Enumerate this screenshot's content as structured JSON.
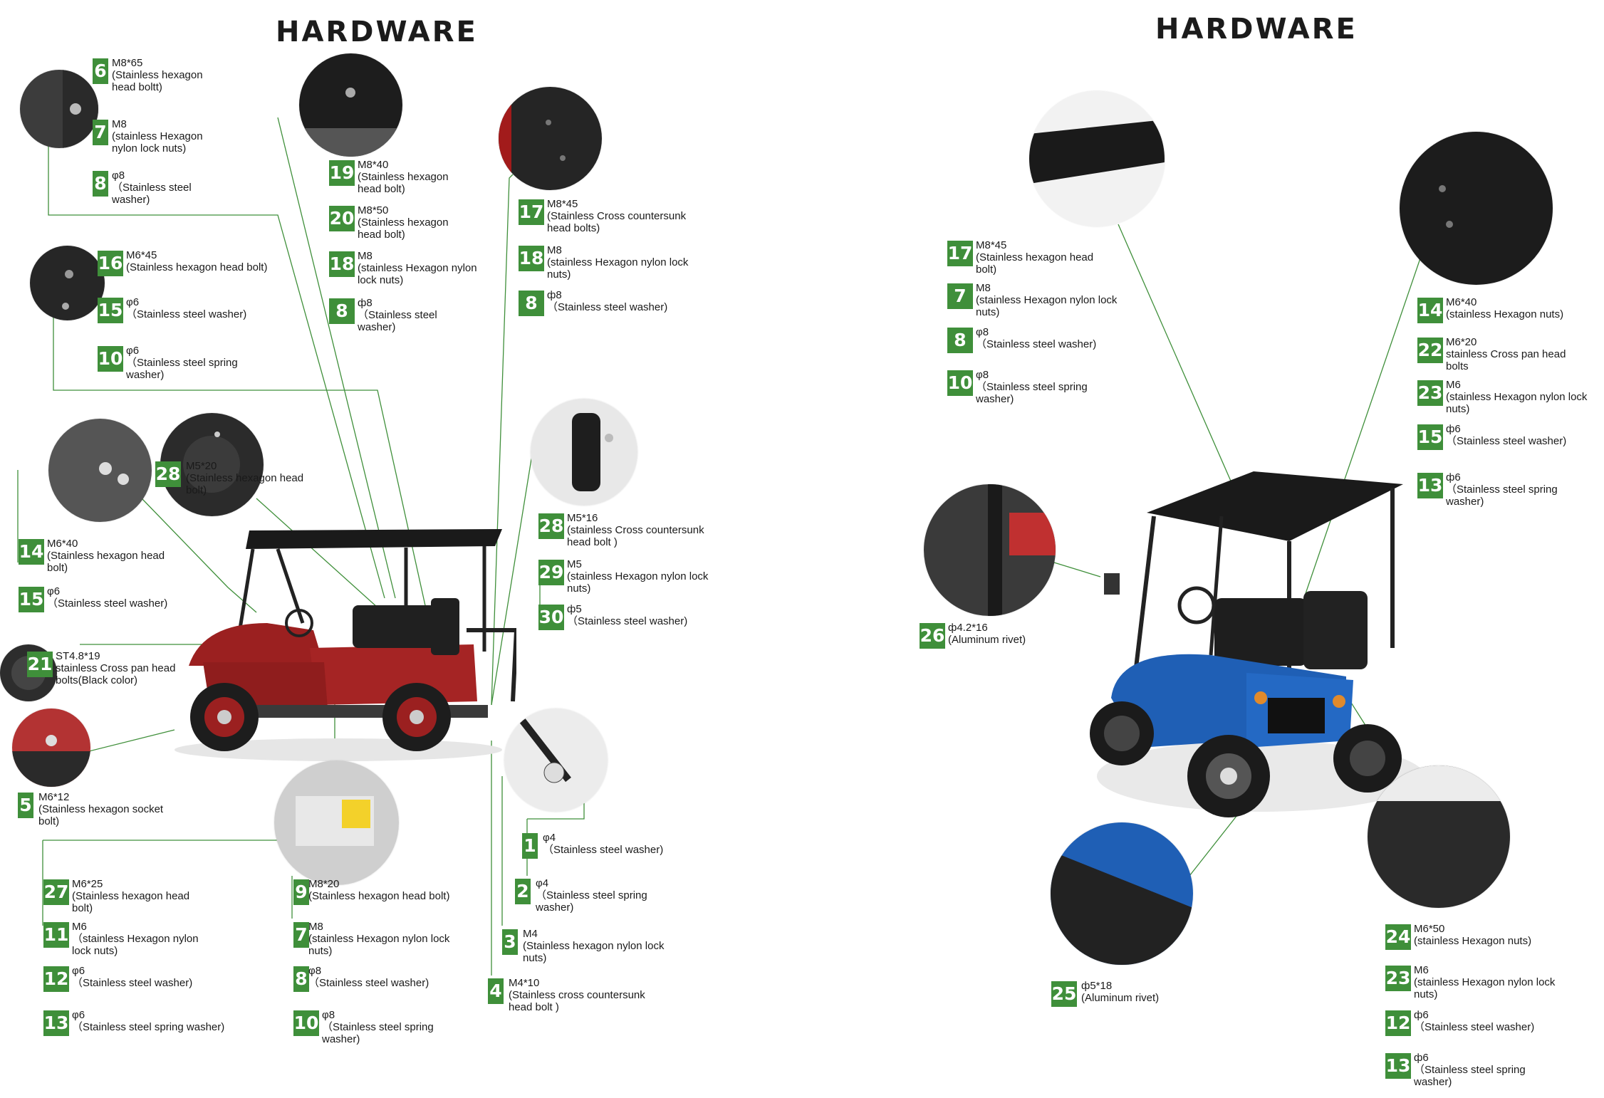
{
  "titles": {
    "left": "HARDWARE",
    "right": "HARDWARE"
  },
  "colors": {
    "badge": "#3f8f3a",
    "leader_line": "#3f8f3a",
    "left_cart_body": "#9b2020",
    "right_cart_body": "#1f5fb5",
    "roof": "#1a1a1a"
  },
  "groups": {
    "g_6_8": [
      {
        "num": "6",
        "label": "M8*65\n(Stainless hexagon\nhead boltt)"
      },
      {
        "num": "7",
        "label": "M8\n(stainless Hexagon\nnylon lock nuts)"
      },
      {
        "num": "8",
        "label": "φ8\n（Stainless steel\nwasher)"
      }
    ],
    "g_16_10": [
      {
        "num": "16",
        "label": "M6*45\n(Stainless hexagon head bolt)"
      },
      {
        "num": "15",
        "label": "φ6\n（Stainless steel washer)"
      },
      {
        "num": "10",
        "label": "φ6\n（Stainless steel spring\nwasher)"
      }
    ],
    "g_19_8": [
      {
        "num": "19",
        "label": "M8*40\n(Stainless hexagon\nhead bolt)"
      },
      {
        "num": "20",
        "label": "M8*50\n(Stainless hexagon\nhead bolt)"
      },
      {
        "num": "18",
        "label": "M8\n(stainless Hexagon nylon\nlock nuts)"
      },
      {
        "num": "8",
        "label": "ф8\n（Stainless steel\nwasher)"
      }
    ],
    "g_17_8": [
      {
        "num": "17",
        "label": "M8*45\n(Stainless Cross countersunk\nhead bolts)"
      },
      {
        "num": "18",
        "label": "M8\n(stainless Hexagon nylon lock\nnuts)"
      },
      {
        "num": "8",
        "label": "ф8\n（Stainless steel washer)"
      }
    ],
    "g_28": [
      {
        "num": "28",
        "label": "M5*20\n(Stainless hexagon head\nbolt)"
      }
    ],
    "g_14_15": [
      {
        "num": "14",
        "label": "M6*40\n(Stainless hexagon head\nbolt)"
      },
      {
        "num": "15",
        "label": "φ6\n（Stainless steel washer)"
      }
    ],
    "g_28_30": [
      {
        "num": "28",
        "label": "M5*16\n(stainless Cross countersunk\nhead bolt )"
      },
      {
        "num": "29",
        "label": "M5\n(stainless Hexagon nylon lock\nnuts)"
      },
      {
        "num": "30",
        "label": "ф5\n（Stainless steel washer)"
      }
    ],
    "g_21": [
      {
        "num": "21",
        "label": "ST4.8*19\nstainless Cross pan head\nbolts(Black color)"
      }
    ],
    "g_5": [
      {
        "num": "5",
        "label": "M6*12\n(Stainless hexagon socket\nbolt)"
      }
    ],
    "g_27_13": [
      {
        "num": "27",
        "label": "M6*25\n(Stainless hexagon head\nbolt)"
      },
      {
        "num": "11",
        "label": "M6\n（stainless Hexagon nylon\nlock nuts)"
      },
      {
        "num": "12",
        "label": "φ6\n（Stainless steel washer)"
      },
      {
        "num": "13",
        "label": "φ6\n（Stainless steel spring washer)"
      }
    ],
    "g_9_10": [
      {
        "num": "9",
        "label": "M8*20\n(Stainless hexagon head bolt)"
      },
      {
        "num": "7",
        "label": "M8\n(stainless Hexagon nylon lock\nnuts)"
      },
      {
        "num": "8",
        "label": "φ8\n（Stainless steel washer)"
      },
      {
        "num": "10",
        "label": "φ8\n（Stainless steel spring\nwasher)"
      }
    ],
    "g_1_2": [
      {
        "num": "1",
        "label": "φ4\n（Stainless steel washer)"
      },
      {
        "num": "2",
        "label": "φ4\n（Stainless steel spring\nwasher)"
      }
    ],
    "g_3_4": [
      {
        "num": "3",
        "label": "M4\n(Stainless hexagon nylon lock\nnuts)"
      },
      {
        "num": "4",
        "label": "M4*10\n(Stainless cross countersunk\nhead bolt )"
      }
    ],
    "g_r17_10": [
      {
        "num": "17",
        "label": "M8*45\n(Stainless hexagon head\nbolt)"
      },
      {
        "num": "7",
        "label": "M8\n(stainless Hexagon nylon lock\nnuts)"
      },
      {
        "num": "8",
        "label": "φ8\n（Stainless steel washer)"
      },
      {
        "num": "10",
        "label": "φ8\n（Stainless steel spring\nwasher)"
      }
    ],
    "g_r14_13": [
      {
        "num": "14",
        "label": "M6*40\n(stainless Hexagon  nuts)"
      },
      {
        "num": "22",
        "label": "M6*20\nstainless Cross pan head\nbolts"
      },
      {
        "num": "23",
        "label": "M6\n(stainless Hexagon nylon lock\nnuts)"
      },
      {
        "num": "15",
        "label": "ф6\n（Stainless steel washer)"
      },
      {
        "num": "13",
        "label": "ф6\n（Stainless steel spring\nwasher)"
      }
    ],
    "g_r26": [
      {
        "num": "26",
        "label": "ф4.2*16\n(Aluminum rivet)"
      }
    ],
    "g_r25": [
      {
        "num": "25",
        "label": "ф5*18\n(Aluminum rivet)"
      }
    ],
    "g_r24_13": [
      {
        "num": "24",
        "label": "M6*50\n(stainless Hexagon  nuts)"
      },
      {
        "num": "23",
        "label": "M6\n(stainless Hexagon nylon lock\nnuts)"
      },
      {
        "num": "12",
        "label": "ф6\n（Stainless steel washer)"
      },
      {
        "num": "13",
        "label": "ф6\n（Stainless steel spring\nwasher)"
      }
    ]
  }
}
